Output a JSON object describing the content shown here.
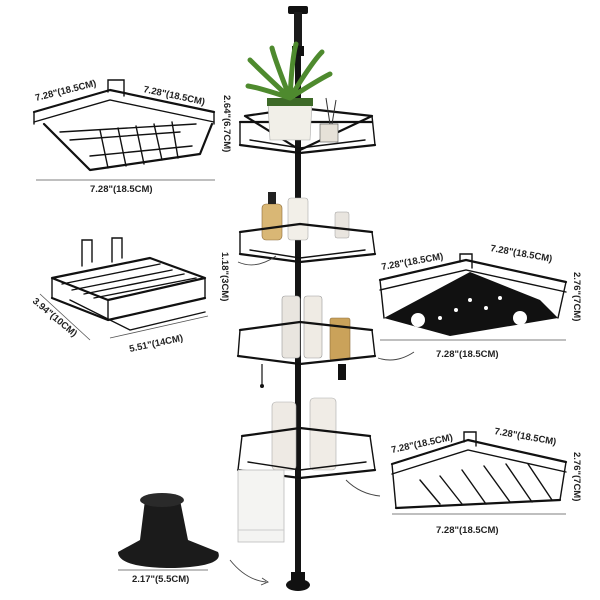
{
  "dimensions": {
    "top_basket": {
      "width_left": "7.28\"(18.5CM)",
      "width_right": "7.28\"(18.5CM)",
      "height": "2.64\"(6.7CM)",
      "bottom": "7.28\"(18.5CM)"
    },
    "soap_basket": {
      "depth": "3.94\"(10CM)",
      "width": "5.51\"(14CM)",
      "height": "1.18\"(3CM)"
    },
    "plate_shelf": {
      "width_left": "7.28\"(18.5CM)",
      "width_right": "7.28\"(18.5CM)",
      "height": "2.76\"(7CM)",
      "bottom": "7.28\"(18.5CM)"
    },
    "bottom_basket": {
      "width_left": "7.28\"(18.5CM)",
      "width_right": "7.28\"(18.5CM)",
      "height": "2.76\"(7CM)",
      "bottom": "7.28\"(18.5CM)"
    },
    "base": {
      "diameter": "2.17\"(5.5CM)"
    }
  },
  "colors": {
    "metal": "#111111",
    "plant": "#4e8a2e",
    "pot": "#f1efe8",
    "bottle": "#e9e5df",
    "towel": "#f4f4f2",
    "amber": "#caa25a"
  }
}
